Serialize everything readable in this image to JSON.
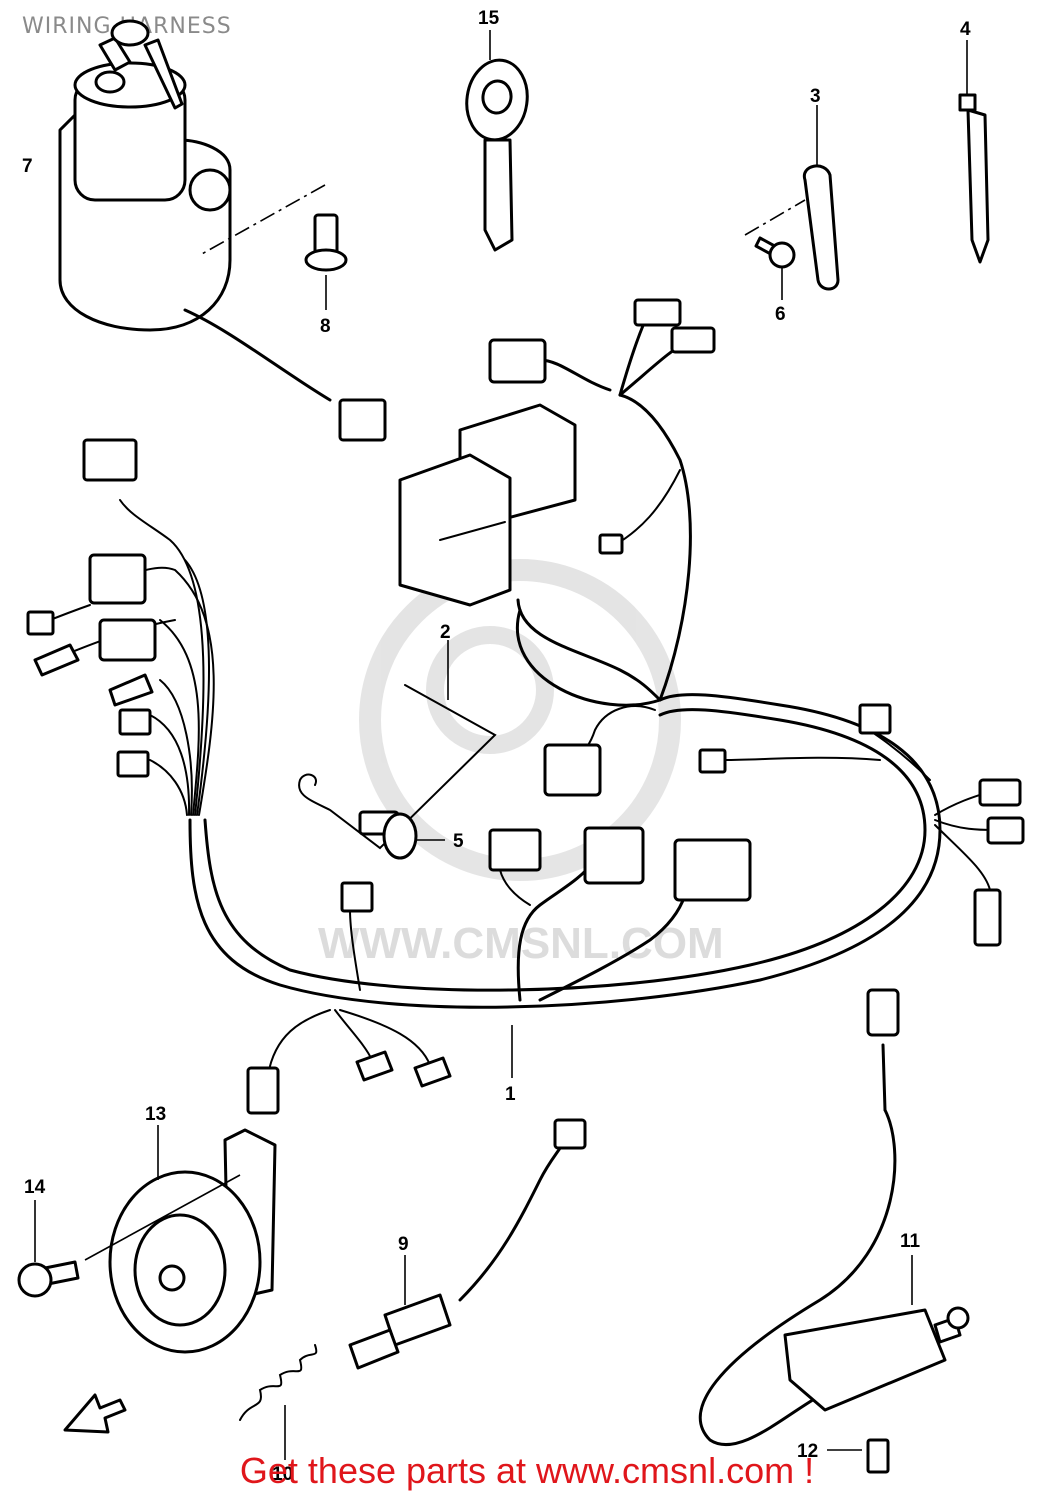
{
  "title": "WIRING HARNESS",
  "watermark": "WWW.CMSNL.COM",
  "promo": "Get these parts at www.cmsnl.com !",
  "colors": {
    "ink": "#000000",
    "title": "#8a8a8a",
    "watermark": "#d9d9d9",
    "promo": "#e0161b"
  },
  "callouts": [
    "1",
    "2",
    "3",
    "4",
    "5",
    "6",
    "7",
    "8",
    "9",
    "10",
    "11",
    "12",
    "13",
    "14",
    "15"
  ]
}
